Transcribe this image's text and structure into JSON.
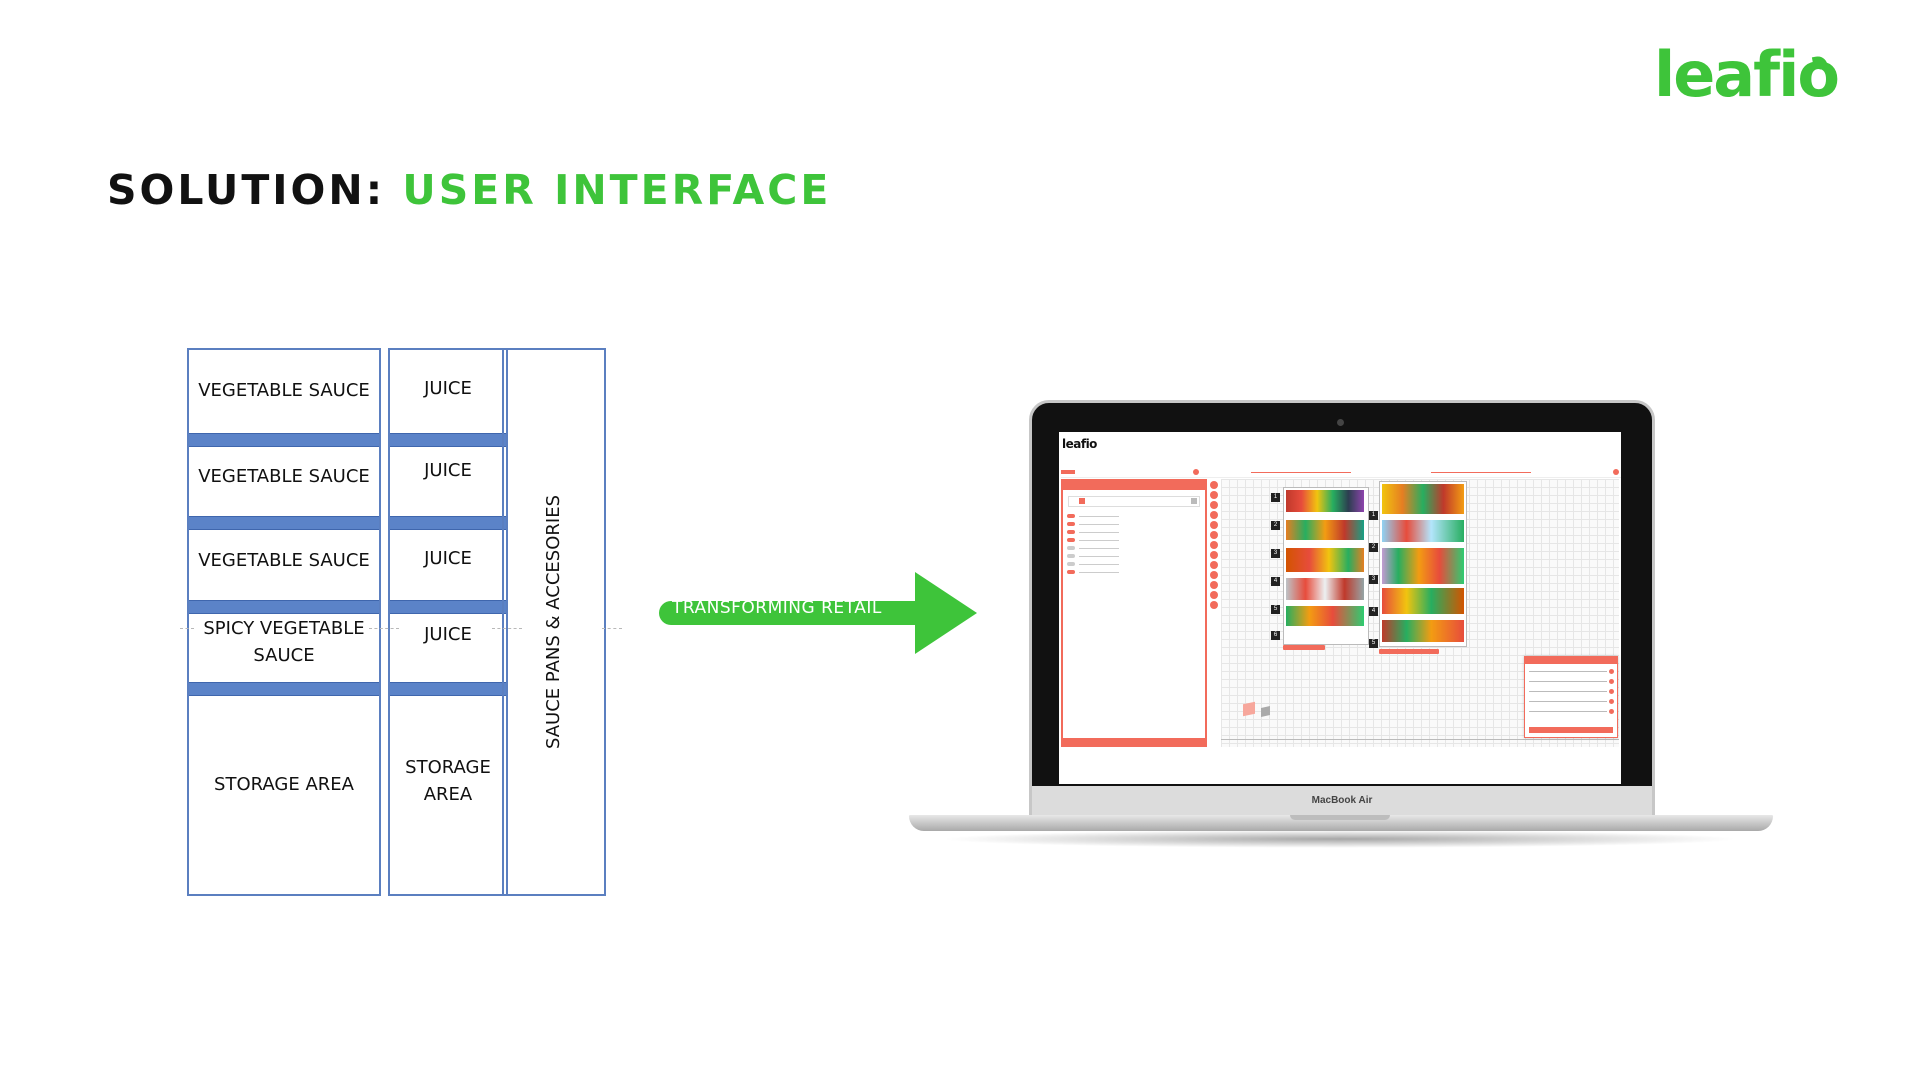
{
  "brand": {
    "logo_text": "leafio",
    "accent": "#3ec43a"
  },
  "header": {
    "title_prefix": "SOLUTION:",
    "title_highlight": "USER INTERFACE"
  },
  "planogram": {
    "column1": [
      "VEGETABLE SAUCE",
      "VEGETABLE SAUCE",
      "VEGETABLE SAUCE",
      "SPICY VEGETABLE SAUCE",
      "STORAGE AREA"
    ],
    "column2": [
      "JUICE",
      "JUICE",
      "JUICE",
      "JUICE",
      "STORAGE AREA"
    ],
    "column3": "SAUCE PANS & ACCESORIES",
    "shelf_color": "#5b83c8",
    "border_color": "#5b7fc0"
  },
  "arrow": {
    "label": "TRANSFORMING RETAIL",
    "color": "#3ec43a"
  },
  "laptop": {
    "brand": "MacBook Air",
    "app_logo": "leafio",
    "app_accent": "#f26b5b",
    "bay_left_numbers": [
      "1",
      "2",
      "3",
      "4",
      "5",
      "6"
    ],
    "bay_right_numbers": [
      "1",
      "2",
      "3",
      "4",
      "5"
    ]
  }
}
